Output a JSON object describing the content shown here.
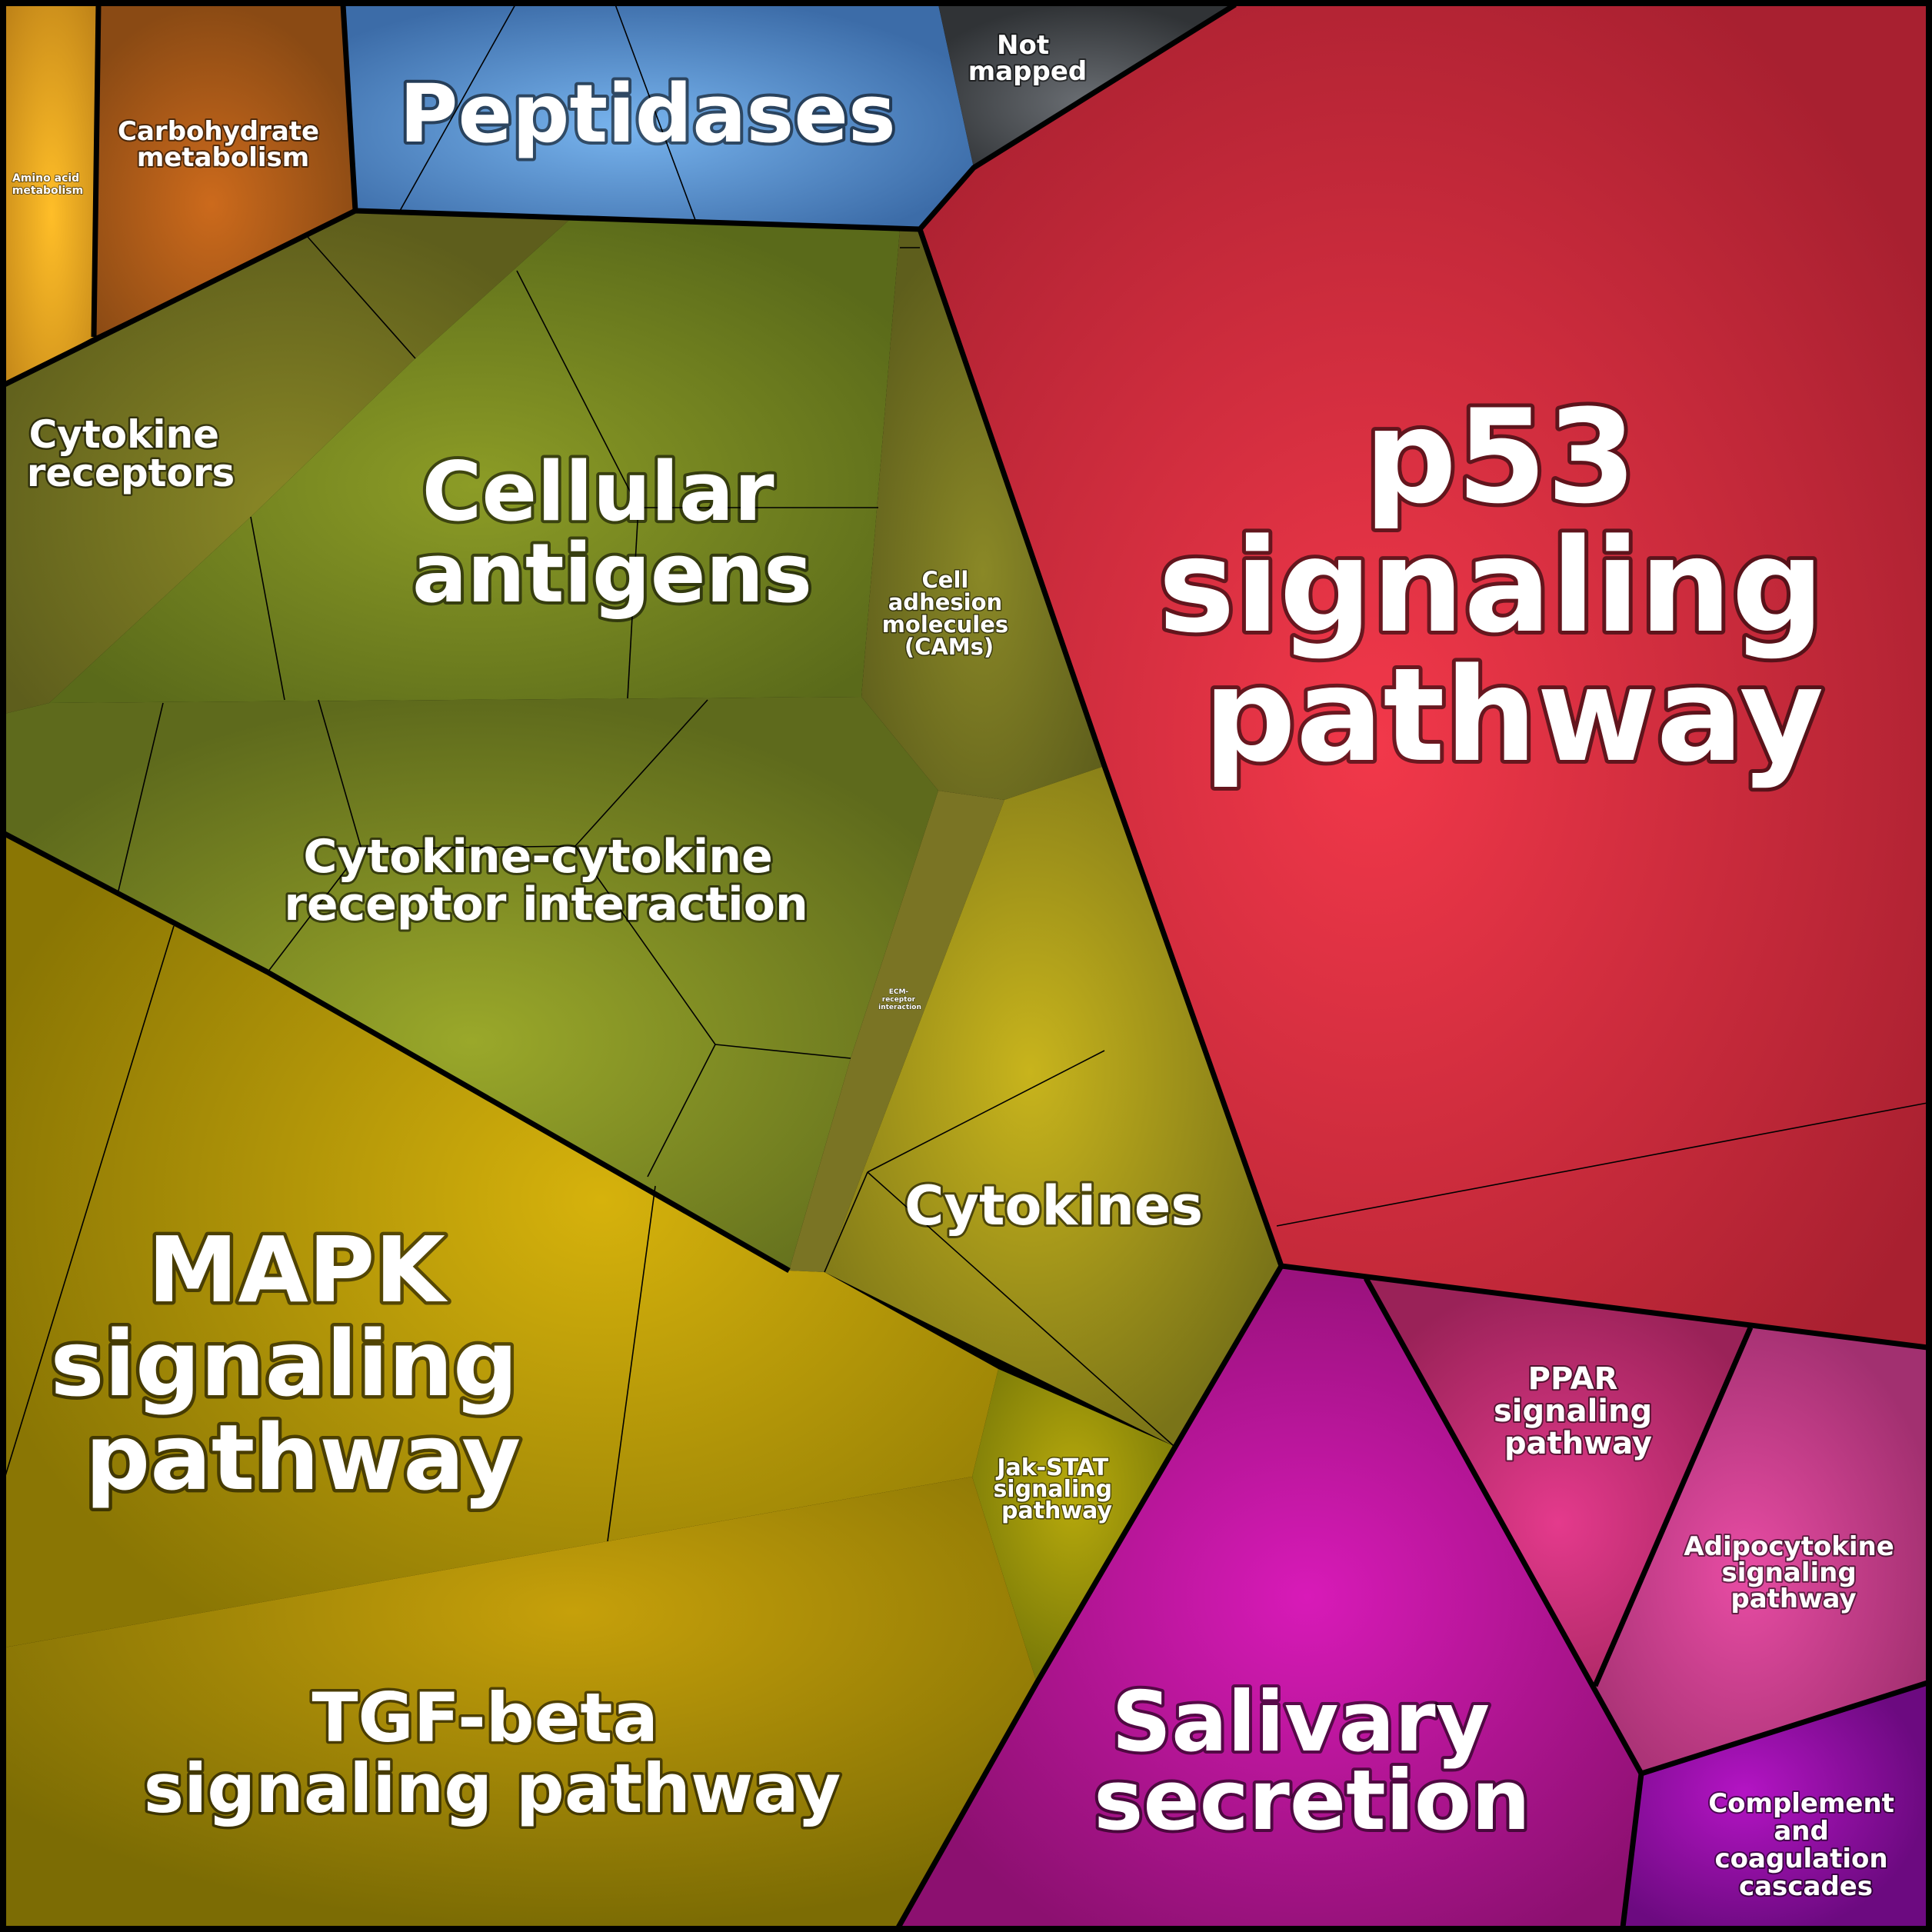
{
  "diagram": {
    "type": "voronoi-treemap",
    "labels": {
      "p53": [
        "p53",
        "signaling",
        "pathway"
      ],
      "peptidases": [
        "Peptidases"
      ],
      "not_mapped": [
        "Not",
        "mapped"
      ],
      "carbohydrate": [
        "Carbohydrate",
        "metabolism"
      ],
      "amino_acid": [
        "Amino acid",
        "metabolism"
      ],
      "cytokine_receptors": [
        "Cytokine",
        "receptors"
      ],
      "cellular_antigens": [
        "Cellular",
        "antigens"
      ],
      "cams": [
        "Cell",
        "adhesion",
        "molecules",
        "(CAMs)"
      ],
      "cytokine_interaction": [
        "Cytokine-cytokine",
        "receptor interaction"
      ],
      "ecm": [
        "ECM-",
        "receptor",
        "interaction"
      ],
      "cytokines": [
        "Cytokines"
      ],
      "mapk": [
        "MAPK",
        "signaling",
        "pathway"
      ],
      "jak_stat": [
        "Jak-STAT",
        "signaling",
        "pathway"
      ],
      "tgf_beta": [
        "TGF-beta",
        "signaling pathway"
      ],
      "salivary": [
        "Salivary",
        "secretion"
      ],
      "ppar": [
        "PPAR",
        "signaling",
        "pathway"
      ],
      "adipocytokine": [
        "Adipocytokine",
        "signaling",
        "pathway"
      ],
      "complement": [
        "Complement",
        "and",
        "coagulation",
        "cascades"
      ]
    },
    "colors": {
      "p53": "#e03040",
      "peptidases": "#6aa6e0",
      "not_mapped": "#5a5e63",
      "carbohydrate": "#c0621c",
      "amino_acid": "#f0b020",
      "olive_green": "#88a02a",
      "olive_dark": "#7c7a24",
      "yellow_olive": "#b0a420",
      "mustard": "#c8a408",
      "salivary": "#d01ab0",
      "ppar": "#e0388a",
      "adipocytokine": "#e04aa0",
      "complement": "#b012c0"
    }
  }
}
